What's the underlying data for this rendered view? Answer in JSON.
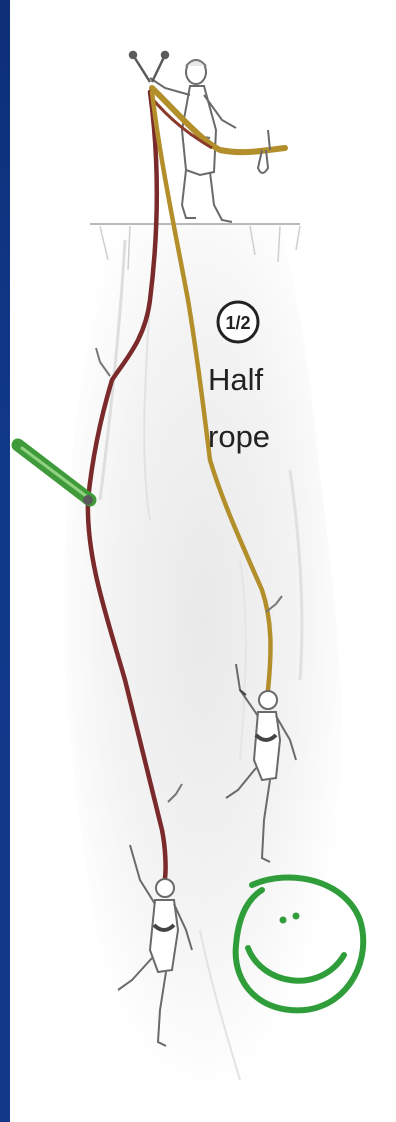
{
  "annotation": {
    "badge": "1/2",
    "label_line1": "Half",
    "label_line2": "rope"
  },
  "colors": {
    "background_blue": "#12388a",
    "rope_red": "#7a2a2a",
    "rope_gold": "#b38f2c",
    "smiley_green": "#2f9e3a",
    "belay_device_green": "#3f9b3a"
  },
  "icons": {
    "smiley": "smiley-face-icon",
    "belayer": "belayer-figure-icon",
    "climber_left": "climber-figure-icon",
    "climber_right": "climber-figure-icon"
  }
}
